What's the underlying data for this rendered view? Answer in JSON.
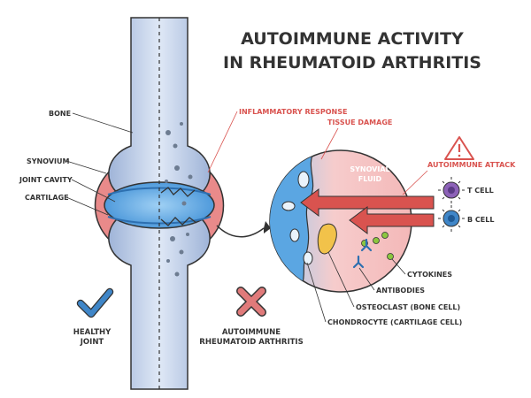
{
  "title": {
    "line1": "AUTOIMMUNE ACTIVITY",
    "line2": "IN RHEUMATOID ARTHRITIS"
  },
  "joint_labels": {
    "bone": "BONE",
    "synovium": "SYNOVIUM",
    "joint_cavity": "JOINT CAVITY",
    "cartilage": "CARTILAGE"
  },
  "callouts": {
    "inflammatory_response": "INFLAMMATORY RESPONSE",
    "tissue_damage": "TISSUE DAMAGE",
    "synovial_fluid_line1": "SYNOVIAL",
    "synovial_fluid_line2": "FLUID",
    "autoimmune_attack": "AUTOIMMUNE ATTACK",
    "t_cell": "T CELL",
    "b_cell": "B CELL",
    "cytokines": "CYTOKINES",
    "antibodies": "ANTIBODIES",
    "osteoclast": "OSTEOCLAST (BONE CELL)",
    "chondrocyte": "CHONDROCYTE (CARTILAGE CELL)"
  },
  "status": {
    "healthy_line1": "HEALTHY",
    "healthy_line2": "JOINT",
    "ra_line1": "AUTOIMMUNE",
    "ra_line2": "RHEUMATOID ARTHRITIS"
  },
  "icons": {
    "healthy": "check-icon",
    "ra": "cross-icon",
    "warning": "warning-icon"
  },
  "colors": {
    "bone": "#b7c8e4",
    "synovium": "#e57f7f",
    "cavity": "#5aa6e3",
    "cartilage": "#8fcdf2",
    "accent_red": "#d9534f",
    "check_blue": "#3f86c8",
    "title": "#333333"
  }
}
